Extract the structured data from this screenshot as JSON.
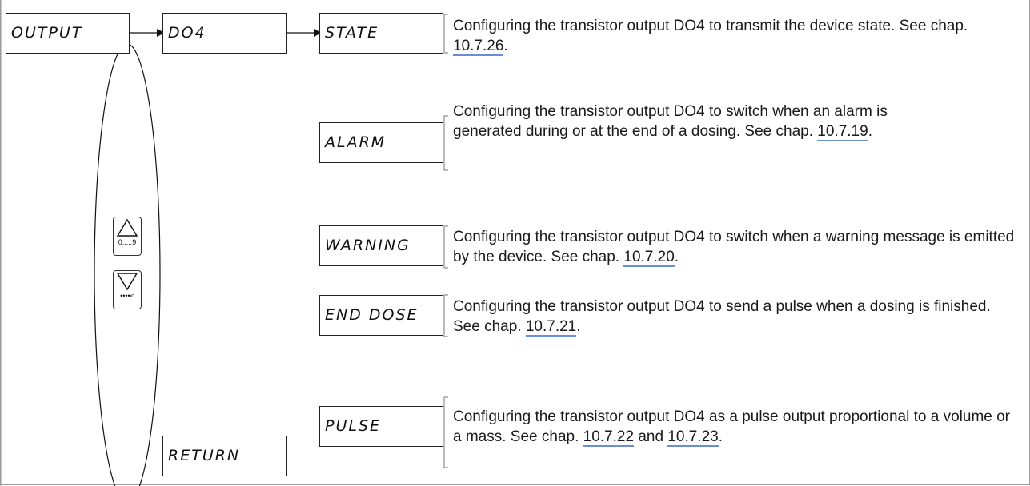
{
  "menu": {
    "root": "OUTPUT",
    "submenu": "DO4",
    "options": [
      {
        "label": "STATE",
        "description_text": "Configuring the transistor output DO4 to transmit the device state. See chap.",
        "links": [
          "10.7.26"
        ],
        "tail": "."
      },
      {
        "label": "ALARM",
        "description_text": "Configuring the transistor output DO4 to switch when an alarm is generated during or at the end of a dosing. See chap.",
        "links": [
          "10.7.19"
        ],
        "tail": "."
      },
      {
        "label": "WARNING",
        "description_text": "Configuring the transistor output DO4 to switch when a warning message is emitted by the device. See chap.",
        "links": [
          "10.7.20"
        ],
        "tail": "."
      },
      {
        "label": "END DOSE",
        "description_text": "Configuring the transistor output DO4 to send a pulse when a dosing is finished. See chap.",
        "links": [
          "10.7.21"
        ],
        "tail": "."
      },
      {
        "label": "PULSE",
        "description_text": "Configuring the transistor output DO4 as a pulse output proportional to a volume or a mass. See chap.",
        "links": [
          "10.7.22",
          "10.7.23"
        ],
        "link_joiner": "and",
        "tail": "."
      }
    ],
    "return_label": "RETURN"
  },
  "navigation_keys": {
    "up_key": {
      "icon": "triangle-up-icon",
      "label": "0.....9"
    },
    "down_key": {
      "icon": "triangle-down-icon",
      "label": "••••<"
    }
  }
}
